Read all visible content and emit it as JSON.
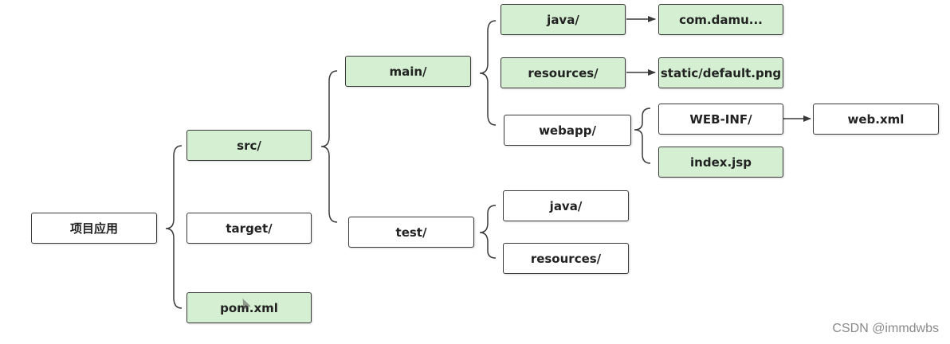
{
  "diagram": {
    "nodes": {
      "root": "项目应用",
      "src": "src/",
      "target": "target/",
      "pom": "pom.xml",
      "main": "main/",
      "test": "test/",
      "main_java": "java/",
      "main_resources": "resources/",
      "webapp": "webapp/",
      "com_damu": "com.damu...",
      "static_default": "static/default.png",
      "web_inf": "WEB-INF/",
      "index_jsp": "index.jsp",
      "web_xml": "web.xml",
      "test_java": "java/",
      "test_resources": "resources/"
    },
    "highlight_color": "#d4efd1",
    "line_color": "#3a3a3a"
  },
  "watermark": "CSDN @immdwbs"
}
